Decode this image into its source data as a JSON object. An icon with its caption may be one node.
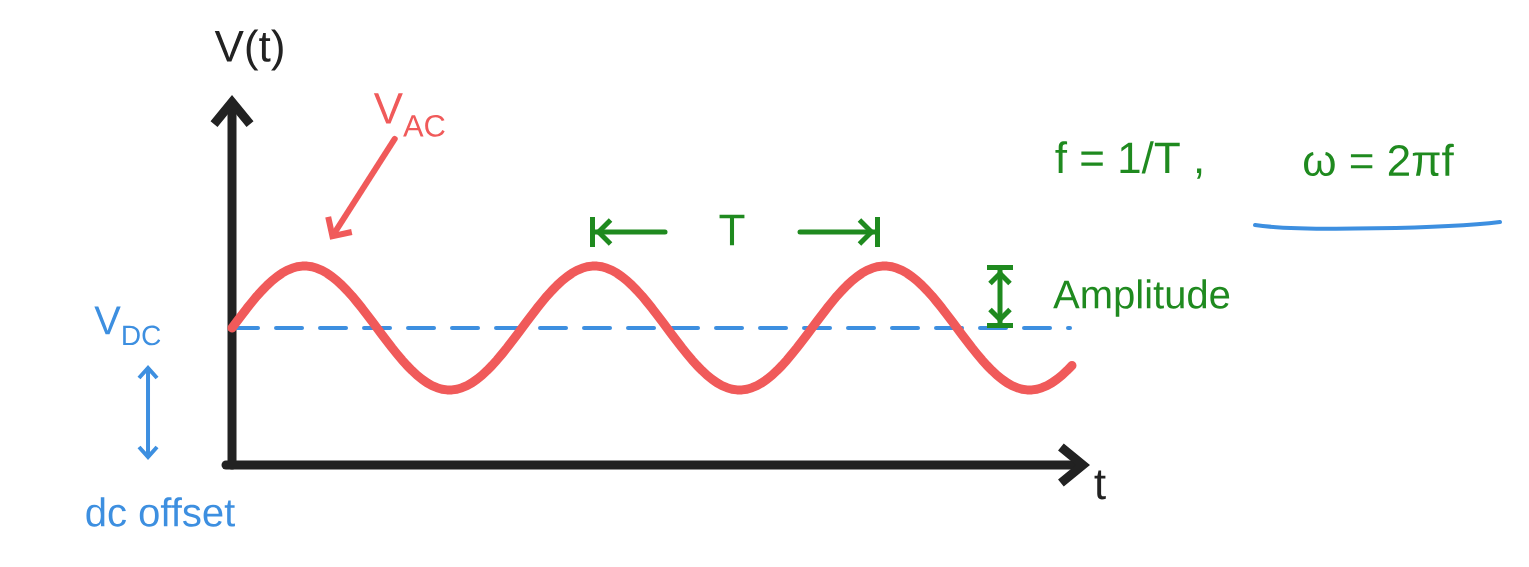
{
  "diagram": {
    "nodes": [
      {
        "text": [
          "V$_{AC}$"
        ]
      },
      {
        "text": [],
        "shape": "picture"
      }
    ],
    "edges": [
      {
        "from": 0,
        "to": 1,
        "arrow": "to"
      }
    ],
    "labels": [
      "V(t)",
      "V$_{DC}$",
      "dc offset",
      "T",
      "Amplitude",
      "t",
      "f = 1/T ,",
      "ω = 2πf"
    ]
  }
}
